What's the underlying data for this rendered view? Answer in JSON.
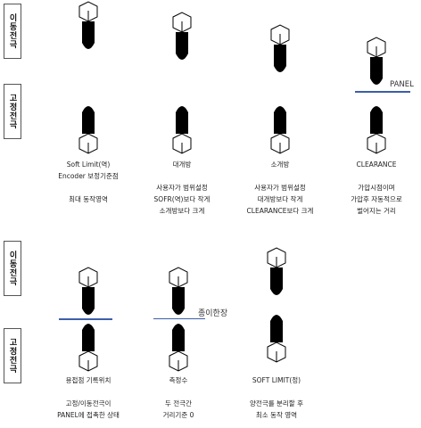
{
  "labels": {
    "moving": "이동전극",
    "fixed": "고정전극"
  },
  "captions": {
    "c1": [
      "Soft Limit(역)",
      "Encoder 보정기준점",
      "",
      "최대 동작영역"
    ],
    "c2": [
      "대개방",
      "",
      "사용자가 범위설정",
      "SOFR(역)보다 작게",
      "소개방보다 크게"
    ],
    "c3": [
      "소개방",
      "",
      "사용자가 범위설정",
      "대개방보다 작게",
      "CLEARANCE보다 크게"
    ],
    "c4": [
      "CLEARANCE",
      "",
      "가압시점이며",
      "가압후 자동적으로",
      "벌어지는 거리"
    ],
    "c5": [
      "용접점 기록위치",
      "",
      "고정/이동전극이",
      "PANEL에 접촉한 상태"
    ],
    "c6": [
      "측정수",
      "",
      "두 전극간",
      "거리기준 0"
    ],
    "c7": [
      "SOFT LIMIT(정)",
      "",
      "양전극를 분리할 후",
      "최소 동작 영역"
    ]
  },
  "annotations": {
    "panel": "PANEL",
    "paper": "종이한장"
  },
  "colors": {
    "panel_line": "#3d5fa8",
    "electrode_body": "#000000"
  }
}
